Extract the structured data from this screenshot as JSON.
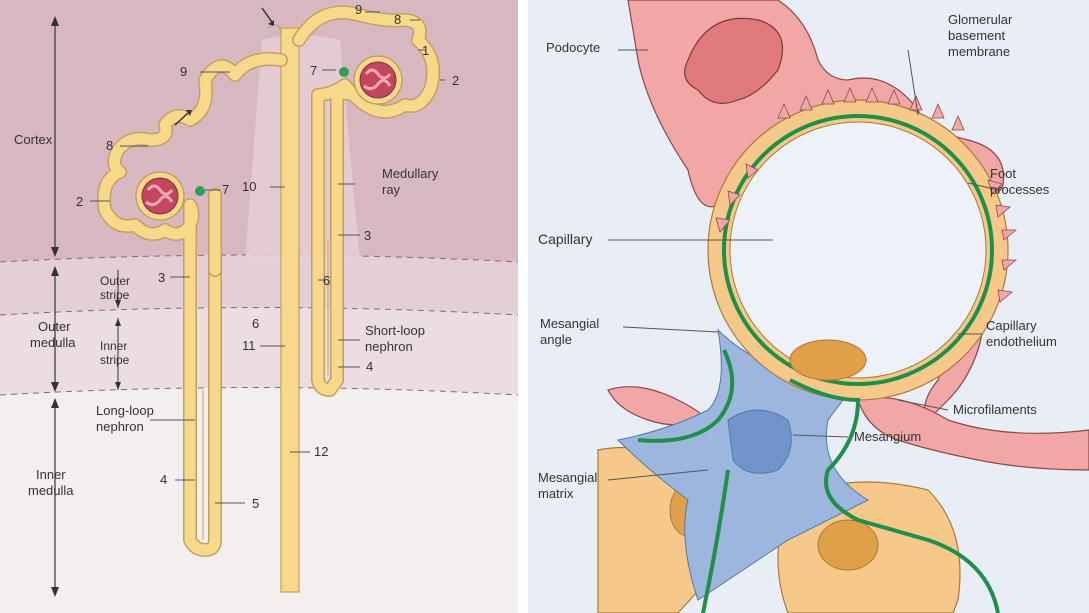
{
  "left": {
    "zones": {
      "cortex": "Cortex",
      "outer_medulla": [
        "Outer",
        "medulla"
      ],
      "inner_medulla": [
        "Inner",
        "medulla"
      ],
      "outer_stripe": [
        "Outer",
        "stripe"
      ],
      "inner_stripe": [
        "Inner",
        "stripe"
      ]
    },
    "labels": {
      "medullary_ray": [
        "Medullary",
        "ray"
      ],
      "short_loop": [
        "Short-loop",
        "nephron"
      ],
      "long_loop": [
        "Long-loop",
        "nephron"
      ]
    },
    "numbers": {
      "n1": "1",
      "n2a": "2",
      "n2b": "2",
      "n3a": "3",
      "n3b": "3",
      "n4a": "4",
      "n4b": "4",
      "n5": "5",
      "n6a": "6",
      "n6b": "6",
      "n7a": "7",
      "n7b": "7",
      "n8a": "8",
      "n8b": "8",
      "n9a": "9",
      "n9b": "9",
      "n10": "10",
      "n11": "11",
      "n12": "12"
    }
  },
  "right": {
    "labels": {
      "podocyte": "Podocyte",
      "gbm": [
        "Glomerular",
        "basement",
        "membrane"
      ],
      "foot": [
        "Foot",
        "processes"
      ],
      "capillary": "Capillary",
      "mesangial_angle": [
        "Mesangial",
        "angle"
      ],
      "cap_endo": [
        "Capillary",
        "endothelium"
      ],
      "microfilaments": "Microfilaments",
      "mesangium": "Mesangium",
      "mesangial_matrix": [
        "Mesangial",
        "matrix"
      ]
    }
  }
}
